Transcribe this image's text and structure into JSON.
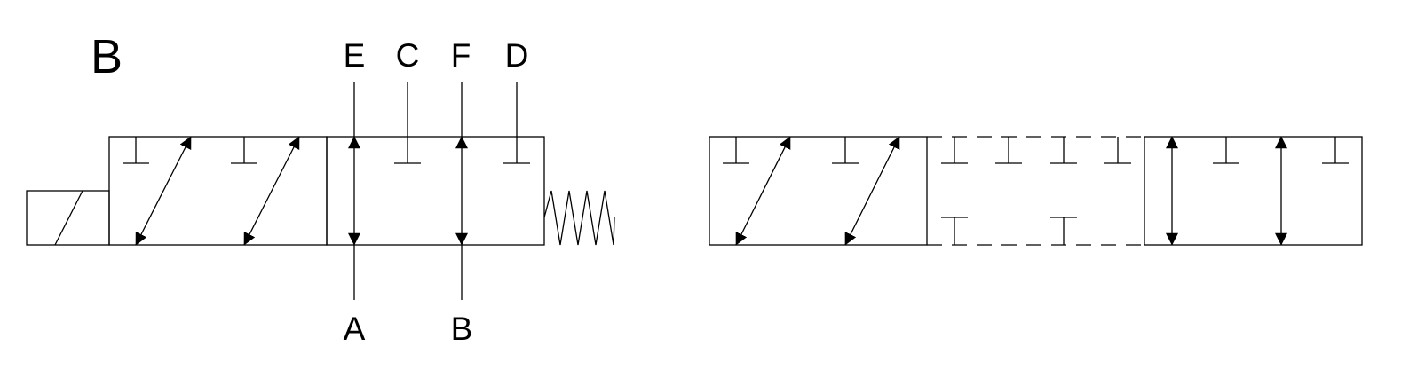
{
  "valve_label": "B",
  "ports_top": [
    "E",
    "C",
    "F",
    "D"
  ],
  "ports_bottom": [
    "A",
    "B"
  ],
  "colors": {
    "line": "#000000",
    "background": "#ffffff"
  }
}
